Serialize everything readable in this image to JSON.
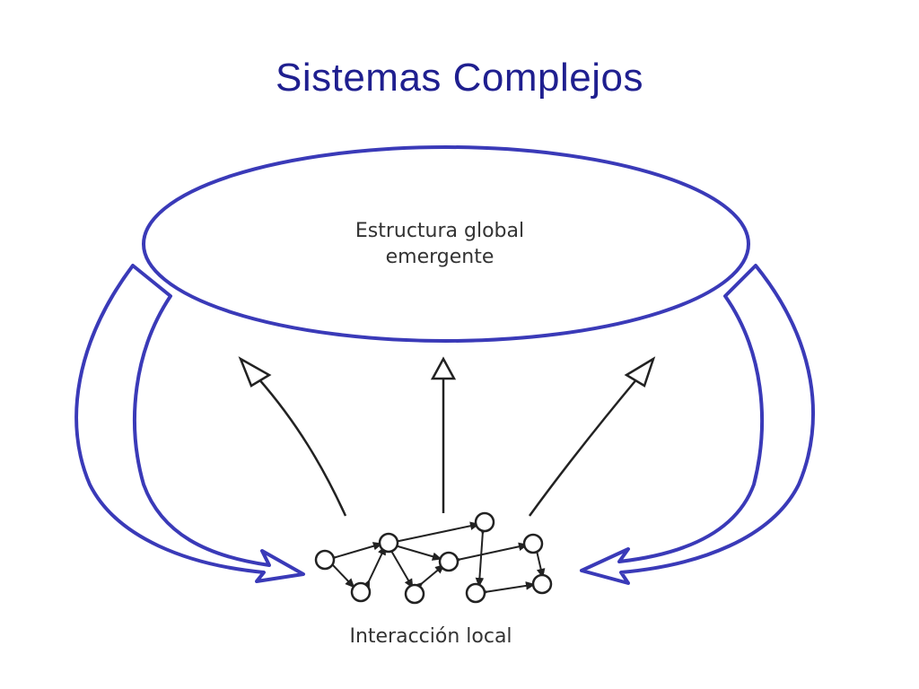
{
  "slide": {
    "title": "Sistemas Complejos"
  },
  "diagram": {
    "global_structure_label": [
      "Estructura global",
      "emergente"
    ],
    "local_interaction_label": "Interacción local",
    "colors": {
      "title": "#1f1f8f",
      "feedback_arrows": "#3a3ab8",
      "sketch": "#222222"
    }
  }
}
